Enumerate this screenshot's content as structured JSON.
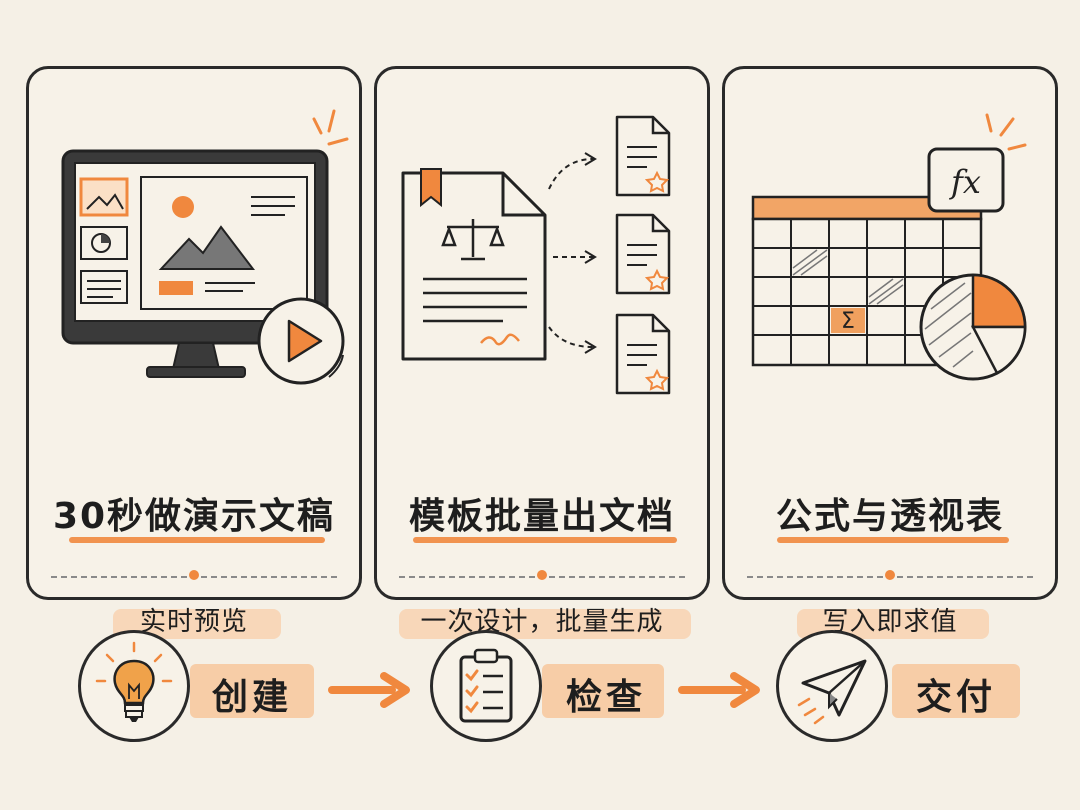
{
  "cards": [
    {
      "title": "30秒做演示文稿",
      "subtitle": "实时预览",
      "icon": "presentation-monitor-icon"
    },
    {
      "title": "模板批量出文档",
      "subtitle": "一次设计，批量生成",
      "icon": "document-template-icon"
    },
    {
      "title": "公式与透视表",
      "subtitle": "写入即求值",
      "icon": "spreadsheet-formula-icon"
    }
  ],
  "flow": [
    {
      "label": "创建",
      "icon": "lightbulb-icon"
    },
    {
      "label": "检查",
      "icon": "checklist-clipboard-icon"
    },
    {
      "label": "交付",
      "icon": "paper-plane-icon"
    }
  ],
  "formula_badge": "fx",
  "sigma": "Σ",
  "colors": {
    "accent": "#f0883e",
    "ink": "#2a2a2a",
    "paper": "#f5f0e6",
    "highlight": "#f8d2b0"
  }
}
